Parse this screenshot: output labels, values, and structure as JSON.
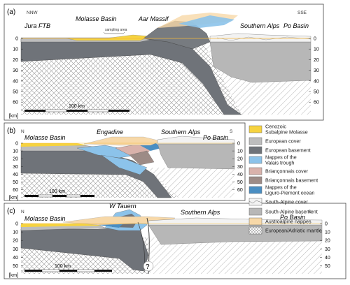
{
  "colors": {
    "cenozoic_molasse": "#f6d33f",
    "european_cover": "#bdbdbd",
    "european_basement": "#6f7379",
    "valais_nappes": "#8cc3ea",
    "brianconnais_cover": "#d9b2ab",
    "brianconnais_basement": "#9d8b86",
    "liguro_piemont": "#4a8ec2",
    "south_alpine_cover": "#f2f2f2",
    "south_alpine_basement": "#b7b7b7",
    "austroalpine": "#f7d8a8",
    "mantle_hatch": "#8a8a8a"
  },
  "panels": [
    {
      "id": "a",
      "label": "(a)",
      "orientation_left": "NNW",
      "orientation_right": "SSE",
      "labels": {
        "jura": "Jura FTB",
        "molasse": "Molasse Basin",
        "massif": "Aar Massif",
        "southern_alps": "Southern Alps",
        "po": "Po Basin",
        "sampling": "sampling area"
      },
      "depth_ticks": [
        "0",
        "10",
        "20",
        "30",
        "40",
        "50",
        "60"
      ],
      "km": "[km]",
      "scale": "100 km"
    },
    {
      "id": "b",
      "label": "(b)",
      "orientation_left": "N",
      "orientation_right": "S",
      "labels": {
        "molasse": "Molasse Basin",
        "massif": "Engadine",
        "southern_alps": "Southern Alps",
        "po": "Po Basin"
      },
      "depth_ticks": [
        "0",
        "10",
        "20",
        "30",
        "40",
        "50",
        "60"
      ],
      "km": "[km]",
      "scale": "100 km"
    },
    {
      "id": "c",
      "label": "(c)",
      "orientation_left": "N",
      "orientation_right": "S",
      "labels": {
        "molasse": "Molasse Basin",
        "massif": "W Tauern",
        "southern_alps": "Southern Alps",
        "po": "Po Basin",
        "question": "?"
      },
      "depth_ticks": [
        "0",
        "10",
        "20",
        "30",
        "40",
        "50"
      ],
      "km": "[km]",
      "scale": "100 km"
    }
  ],
  "legend": [
    {
      "key": "cenozoic_molasse",
      "label": "Cenozoic\nSubalpine Molasse"
    },
    {
      "key": "european_cover",
      "label": "European cover"
    },
    {
      "key": "european_basement",
      "label": "European basement"
    },
    {
      "key": "valais_nappes",
      "label": "Nappes of the\nValais trough"
    },
    {
      "key": "brianconnais_cover",
      "label": "Briançonnais cover"
    },
    {
      "key": "brianconnais_basement",
      "label": "Briançonnais basement"
    },
    {
      "key": "liguro_piemont",
      "label": "Nappes of the\nLiguro-Piemont ocean"
    },
    {
      "key": "south_alpine_cover",
      "label": "South-Alpine cover"
    },
    {
      "key": "south_alpine_basement",
      "label": "South-Alpine basement"
    },
    {
      "key": "austroalpine",
      "label": "Austroalpine nappes"
    },
    {
      "key": "mantle_hatch",
      "label": "European/Adriatic mantle"
    }
  ]
}
